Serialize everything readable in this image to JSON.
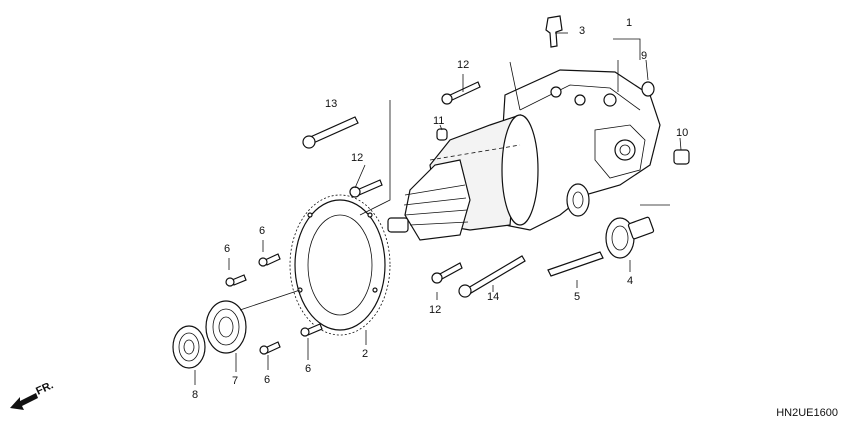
{
  "diagram_code": "HN2UE1600",
  "direction_label": "FR.",
  "callouts": {
    "c1": "1",
    "c2": "2",
    "c3": "3",
    "c4": "4",
    "c5": "5",
    "c6a": "6",
    "c6b": "6",
    "c6c": "6",
    "c6d": "6",
    "c7": "7",
    "c8": "8",
    "c9": "9",
    "c10": "10",
    "c11": "11",
    "c12a": "12",
    "c12b": "12",
    "c12c": "12",
    "c13": "13",
    "c14": "14"
  }
}
